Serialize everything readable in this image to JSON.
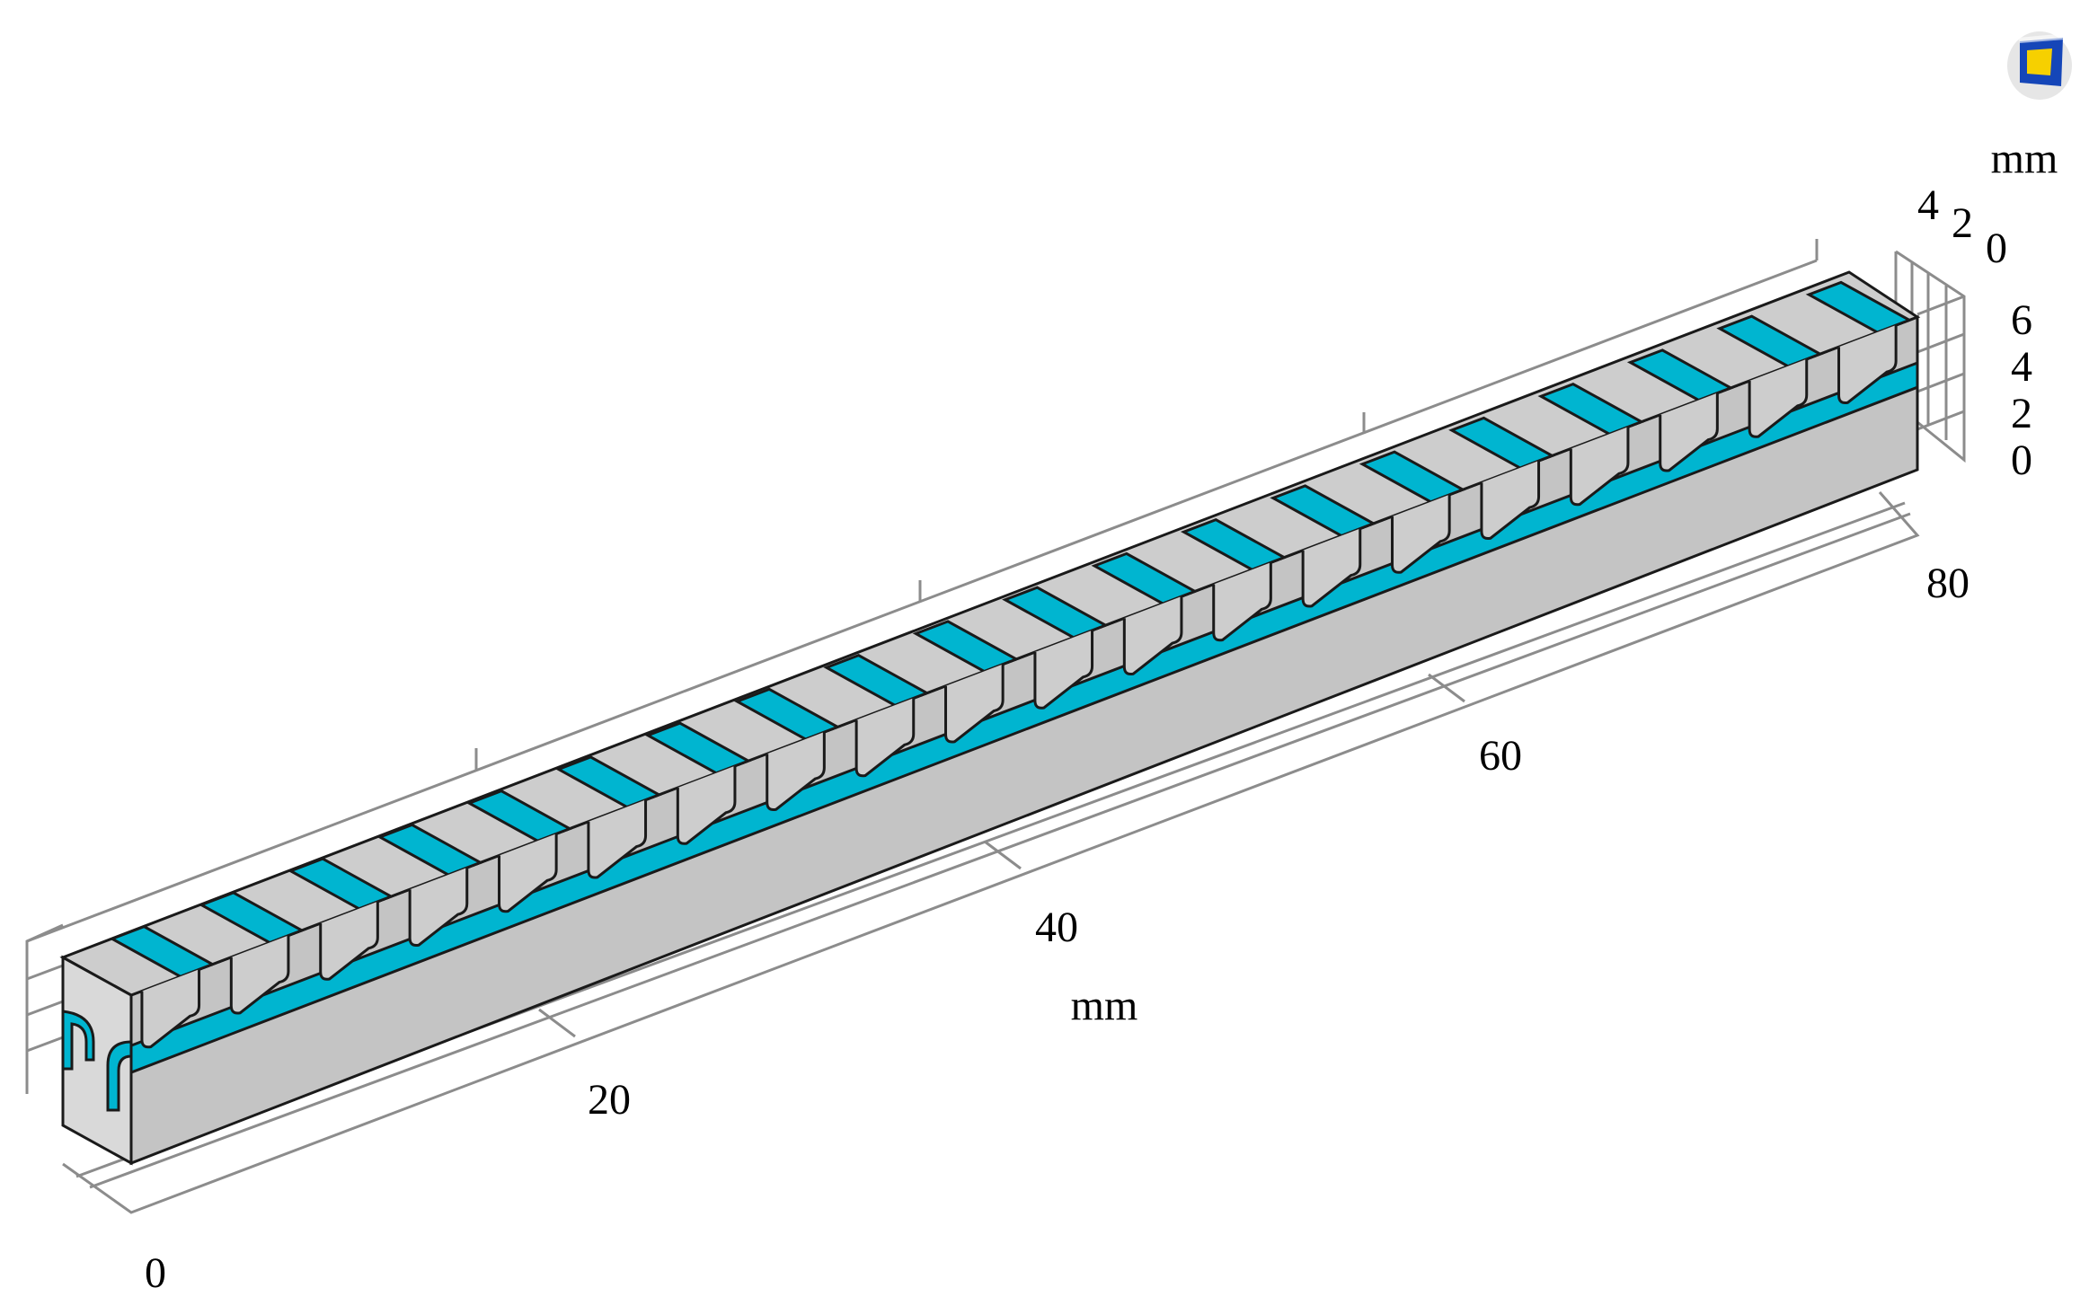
{
  "axes": {
    "x": {
      "unit": "mm",
      "ticks": [
        "0",
        "20",
        "40",
        "60",
        "80"
      ]
    },
    "y": {
      "unit": "mm",
      "ticks": [
        "4",
        "2",
        "0"
      ]
    },
    "z": {
      "ticks": [
        "6",
        "4",
        "2",
        "0"
      ]
    }
  },
  "model": {
    "slot_count": 20,
    "colors": {
      "body_top": "#cdcdcd",
      "body_side": "#c4c4c4",
      "body_end": "#d9d9d9",
      "highlight": "#00b5d0",
      "edge": "#1a1a1a",
      "grid": "#8c8c8c"
    }
  },
  "widget": {
    "icon": "comsol-logo-icon"
  }
}
